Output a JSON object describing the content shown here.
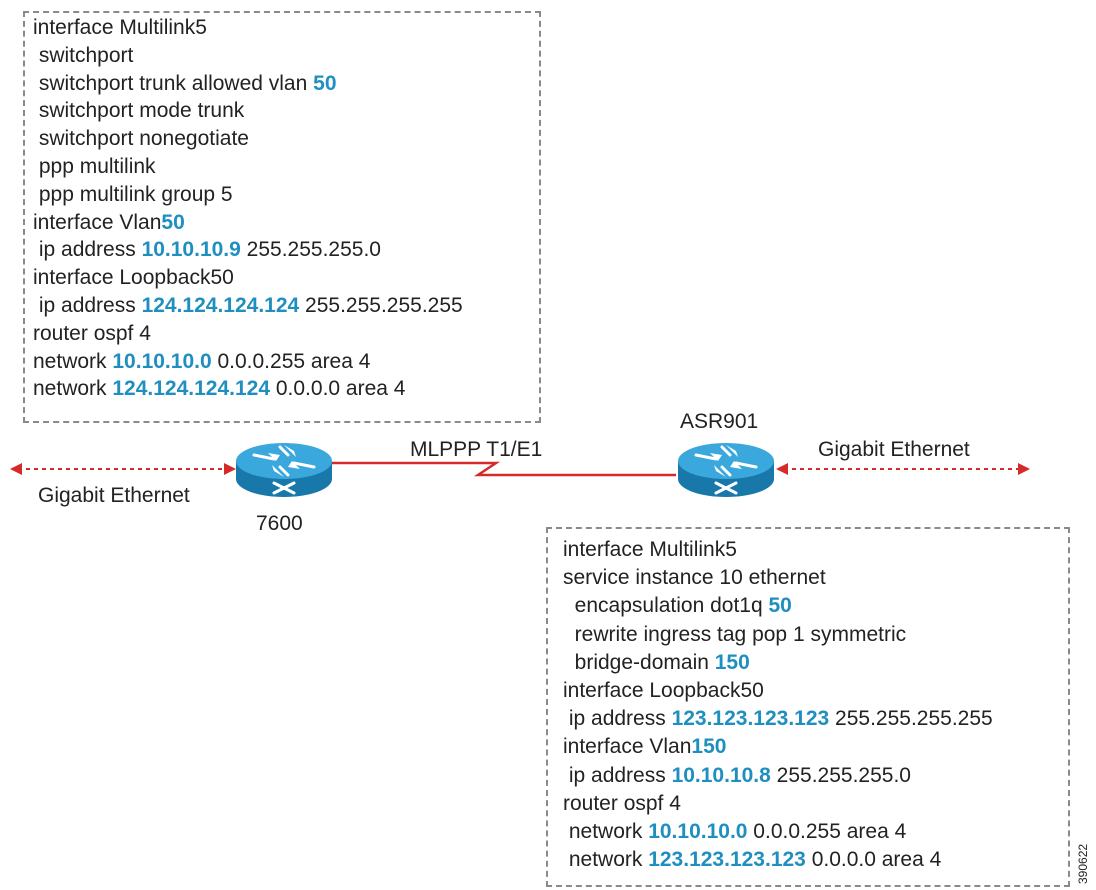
{
  "left_config": {
    "lines": [
      [
        {
          "t": "interface Multilink5"
        }
      ],
      [
        {
          "t": " switchport"
        }
      ],
      [
        {
          "t": " switchport trunk allowed vlan "
        },
        {
          "t": "50",
          "hl": true
        }
      ],
      [
        {
          "t": " switchport mode trunk"
        }
      ],
      [
        {
          "t": " switchport nonegotiate"
        }
      ],
      [
        {
          "t": " ppp multilink"
        }
      ],
      [
        {
          "t": " ppp multilink group 5"
        }
      ],
      [
        {
          "t": "interface Vlan"
        },
        {
          "t": "50",
          "hl": true
        }
      ],
      [
        {
          "t": " ip address "
        },
        {
          "t": "10.10.10.9",
          "hl": true
        },
        {
          "t": " 255.255.255.0"
        }
      ],
      [
        {
          "t": "interface Loopback50"
        }
      ],
      [
        {
          "t": " ip address "
        },
        {
          "t": "124.124.124.124",
          "hl": true
        },
        {
          "t": " 255.255.255.255"
        }
      ],
      [
        {
          "t": "router ospf 4"
        }
      ],
      [
        {
          "t": "network "
        },
        {
          "t": "10.10.10.0",
          "hl": true
        },
        {
          "t": " 0.0.0.255 area 4"
        }
      ],
      [
        {
          "t": "network "
        },
        {
          "t": "124.124.124.124",
          "hl": true
        },
        {
          "t": " 0.0.0.0 area 4"
        }
      ]
    ]
  },
  "right_config": {
    "lines": [
      [
        {
          "t": "interface Multilink5"
        }
      ],
      [
        {
          "t": "service instance 10 ethernet"
        }
      ],
      [
        {
          "t": "  encapsulation dot1q "
        },
        {
          "t": "50",
          "hl": true
        }
      ],
      [
        {
          "t": "  rewrite ingress tag pop 1 symmetric"
        }
      ],
      [
        {
          "t": "  bridge-domain "
        },
        {
          "t": "150",
          "hl": true
        }
      ],
      [
        {
          "t": "interface Loopback50"
        }
      ],
      [
        {
          "t": " ip address "
        },
        {
          "t": "123.123.123.123",
          "hl": true
        },
        {
          "t": " 255.255.255.255"
        }
      ],
      [
        {
          "t": "interface Vlan"
        },
        {
          "t": "150",
          "hl": true
        }
      ],
      [
        {
          "t": " ip address "
        },
        {
          "t": "10.10.10.8",
          "hl": true
        },
        {
          "t": " 255.255.255.0"
        }
      ],
      [
        {
          "t": "router ospf 4"
        }
      ],
      [
        {
          "t": " network "
        },
        {
          "t": "10.10.10.0",
          "hl": true
        },
        {
          "t": " 0.0.0.255 area 4"
        }
      ],
      [
        {
          "t": " network "
        },
        {
          "t": "123.123.123.123",
          "hl": true
        },
        {
          "t": " 0.0.0.0 area 4"
        }
      ]
    ]
  },
  "labels": {
    "left_link": "Gigabit Ethernet",
    "right_link": "Gigabit Ethernet",
    "serial_link": "MLPPP T1/E1",
    "router_left": "7600",
    "router_right": "ASR901",
    "figure_id": "390622"
  },
  "colors": {
    "highlight": "#1f8fc0",
    "router": "#1e8fc4",
    "link": "#d42a2a",
    "box_border": "#8a8a8a"
  }
}
